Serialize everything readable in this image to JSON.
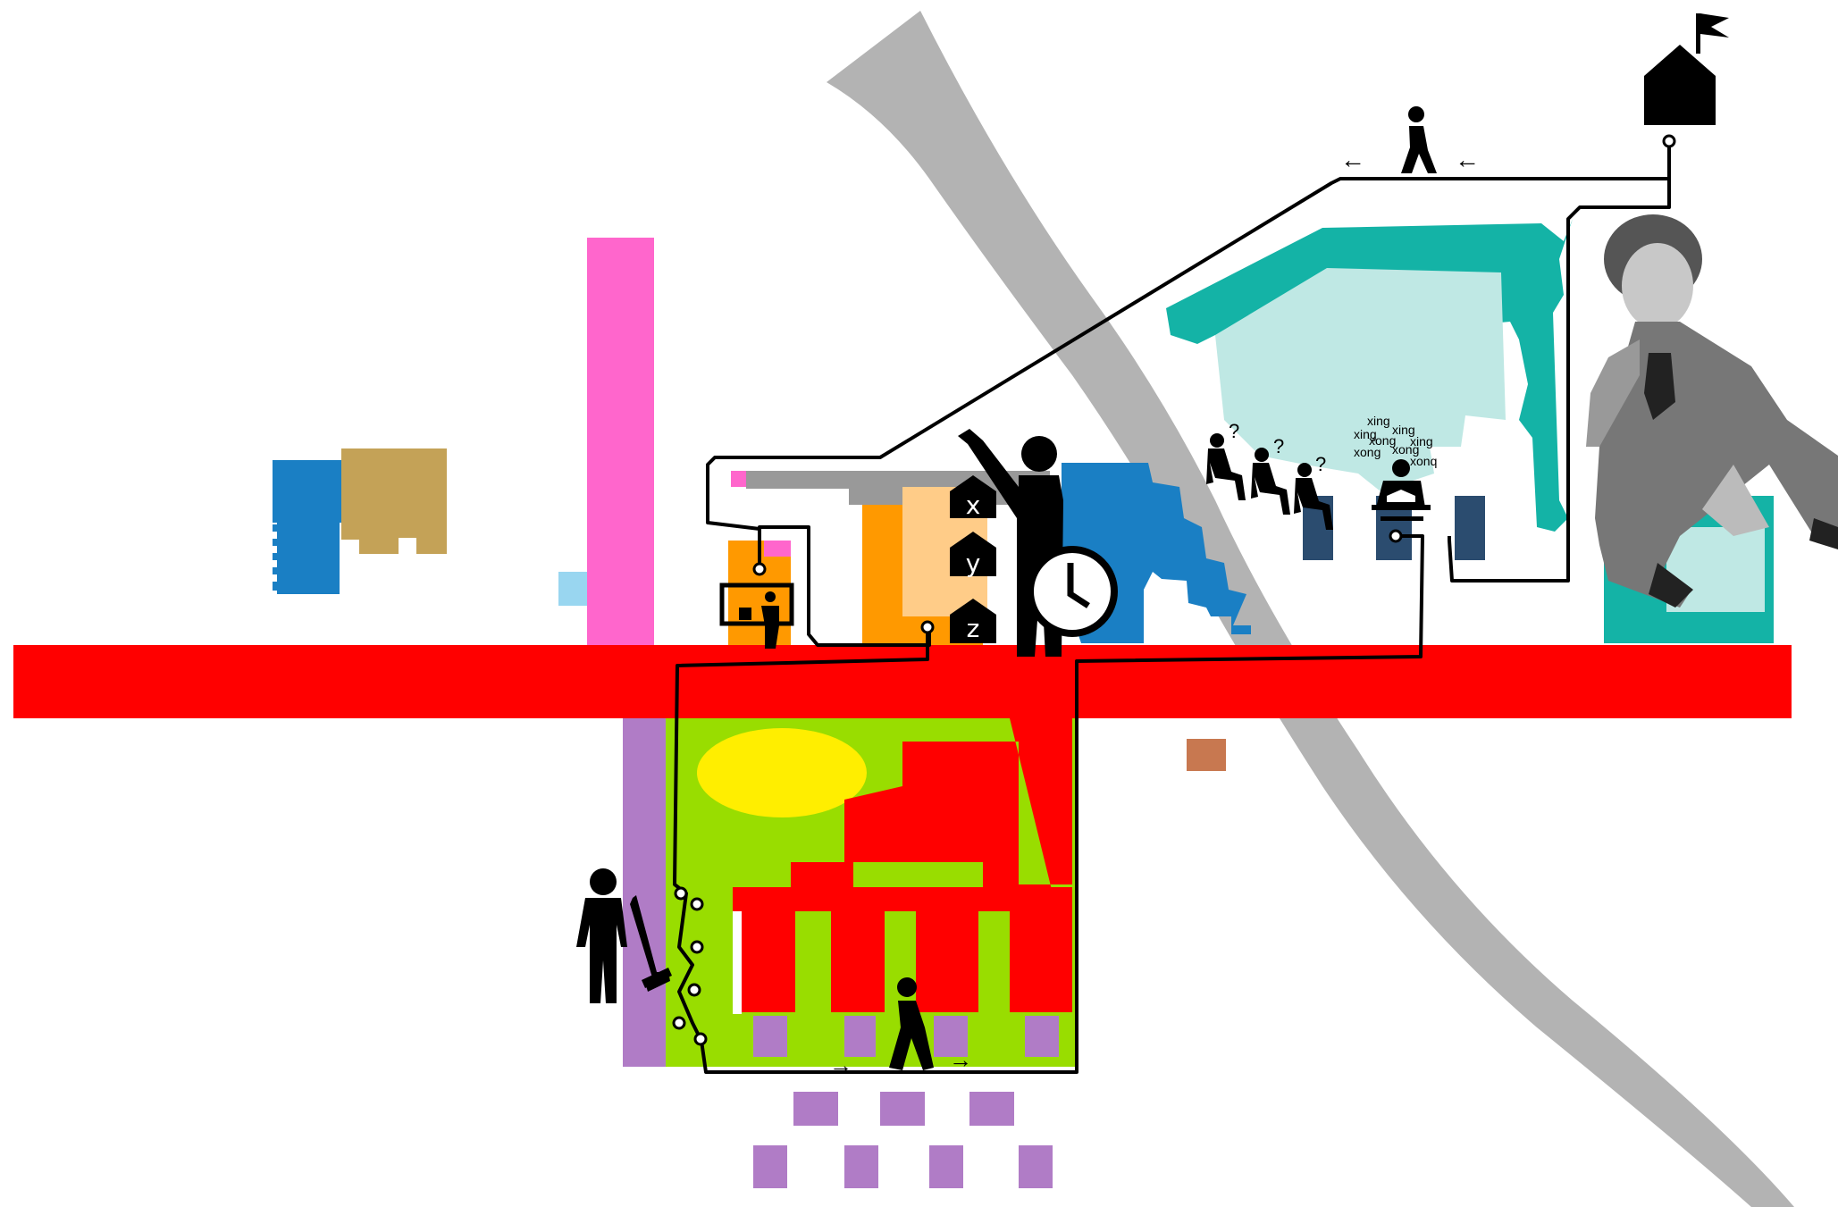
{
  "diagram": {
    "tile_letters": [
      "x",
      "y",
      "z"
    ],
    "question_mark": "?",
    "chant": [
      "xing",
      "xing",
      "xing",
      "xong",
      "xing",
      "xong",
      "xong",
      "xonq"
    ],
    "arrow_left": "←",
    "arrow_right": "→"
  },
  "colors": {
    "road": "#ff0000",
    "river": "#b3b3b3",
    "teal": "#14b3a6",
    "teal_light": "#bfe8e4",
    "magenta": "#ff66cc",
    "blue": "#1a7fc4",
    "ochre": "#c4a257",
    "orange": "#ff9900",
    "orange_light": "#ffcc88",
    "lime": "#99dd00",
    "yellow": "#ffee00",
    "lilac": "#b07cc6",
    "navy": "#2b4c6f",
    "brick": "#c87850",
    "sky": "#99d6f0",
    "ink": "#000000"
  }
}
